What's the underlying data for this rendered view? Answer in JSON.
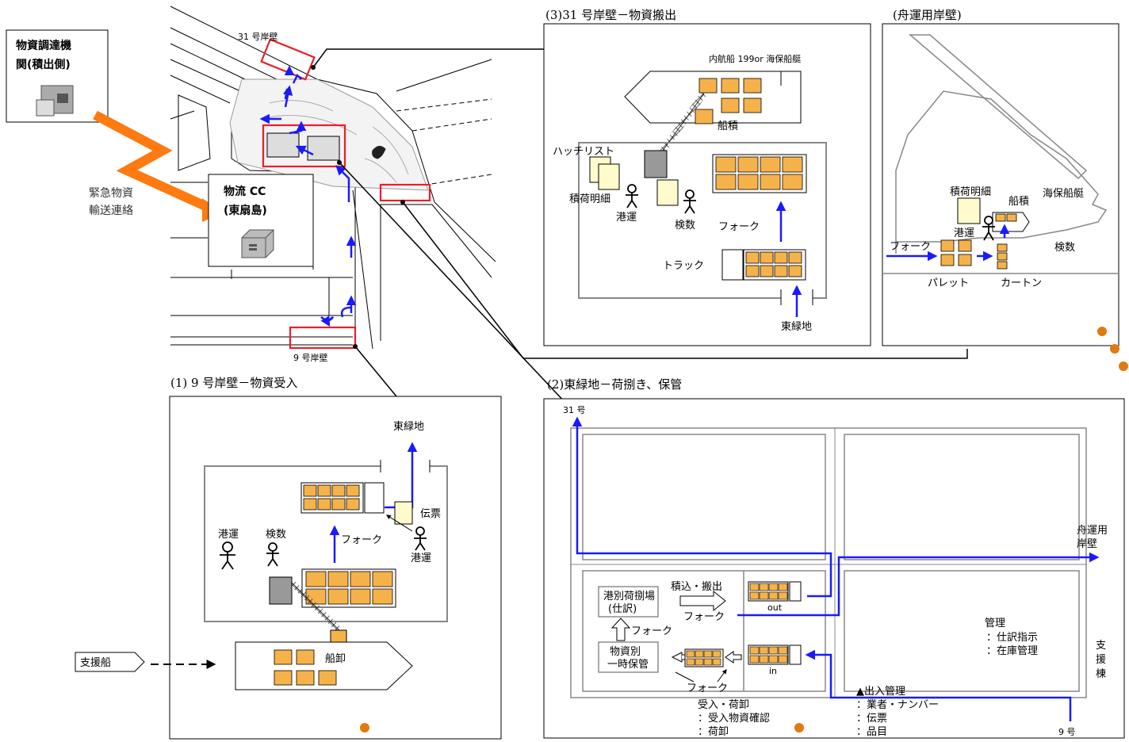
{
  "colors": {
    "route": "#1a1aff",
    "highlight": "#e8202a",
    "orange_link": "#ff7a10",
    "cargo_fill": "#f6b24a",
    "doc_fill": "#fffbcc",
    "dot": "#e07a10",
    "panel_border": "#888888"
  },
  "overview": {
    "berth31": "31 号岸壁",
    "berth9": "9 号岸壁",
    "procurement_org": "物資調達機関(積出側)",
    "logistics_cc_name": "物流 CC",
    "logistics_cc_location": "(東扇島)",
    "emergency_link": [
      "緊急物資",
      "輸送連絡"
    ]
  },
  "panel1": {
    "title": "(1) 9 号岸壁－物資受入",
    "destination": "東緑地",
    "slip": "伝票",
    "stevedore_left": "港運",
    "tally": "検数",
    "stevedore_right": "港運",
    "forklift": "フォーク",
    "unloading": "船卸",
    "support_ship": "支援船"
  },
  "panel2": {
    "title": "(2)東緑地－荷捌き、保管",
    "top_left": "31 号",
    "right_dest": [
      "舟運用",
      "岸壁"
    ],
    "sorting_area": [
      "港別荷捌場",
      "(仕訳)"
    ],
    "loading": "積込・搬出",
    "forklift_top": "フォーク",
    "forklift_mid": "フォーク",
    "forklift_bottom": "フォーク",
    "out_label": "out",
    "in_label": "in",
    "temp_storage": [
      "物資別",
      "一時保管"
    ],
    "management": [
      "管理",
      "：仕訳指示",
      "：在庫管理"
    ],
    "support_building": [
      "支",
      "援",
      "棟"
    ],
    "receive": [
      "受入・荷卸",
      "：受入物資確認",
      "：荷卸"
    ],
    "entry_management": [
      "▲出入管理",
      "：業者・ナンバー",
      "：伝票",
      "：品目"
    ],
    "bottom_right": "9 号"
  },
  "panel3": {
    "title": "(3)31 号岸壁－物資搬出",
    "vessel": "内航船 199or 海保船艇",
    "loading": "船積",
    "hatch_list": "ハッチリスト",
    "manifest": "積荷明細",
    "stevedore": "港運",
    "tally": "検数",
    "forklift": "フォーク",
    "truck": "トラック",
    "source": "東緑地"
  },
  "panel4": {
    "title": "(舟運用岸壁)",
    "manifest": "積荷明細",
    "loading": "船積",
    "coast_guard": "海保船艇",
    "stevedore": "港運",
    "forklift": "フォーク",
    "tally": "検数",
    "pallet": "パレット",
    "carton": "カートン"
  }
}
